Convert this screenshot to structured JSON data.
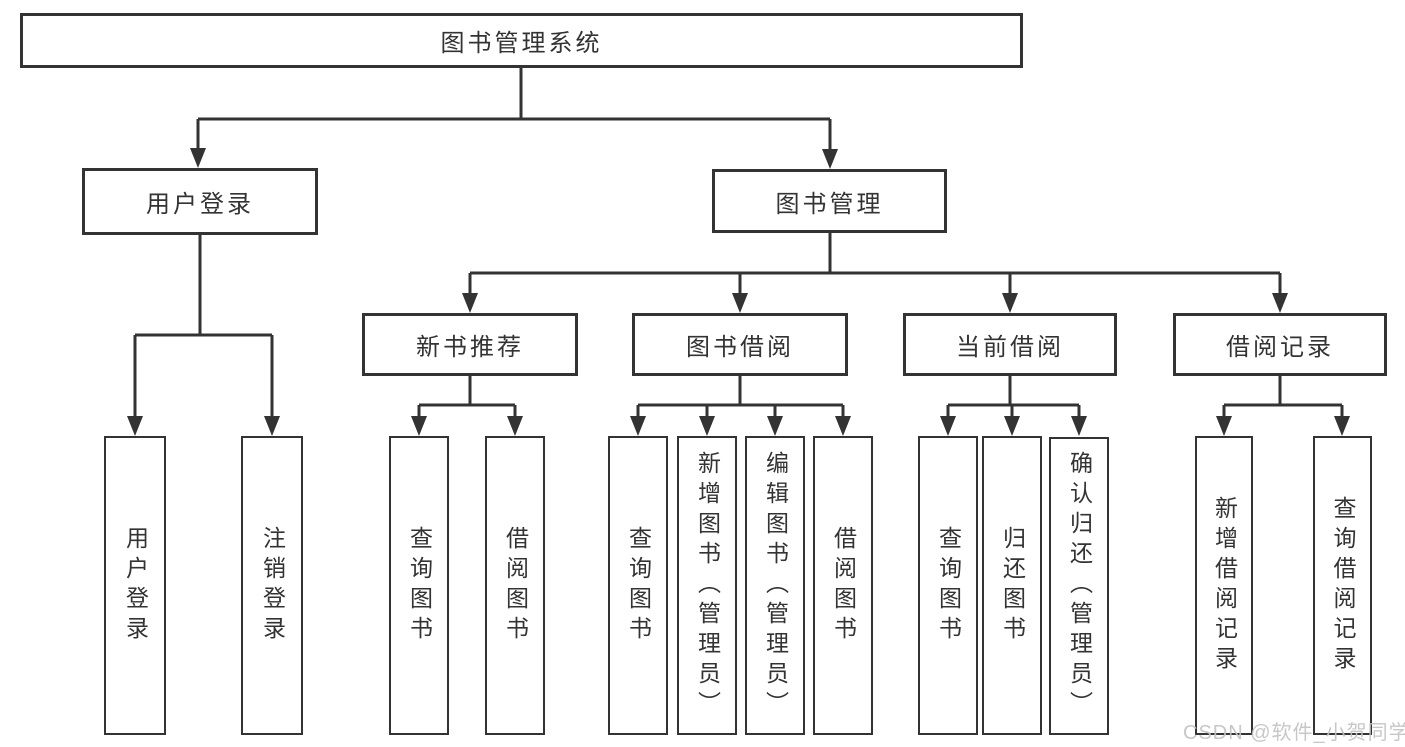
{
  "diagram": {
    "root": {
      "label": "图书管理系统"
    },
    "branches": [
      {
        "label": "用户登录",
        "children": [
          {
            "label": "用户登录"
          },
          {
            "label": "注销登录"
          }
        ]
      },
      {
        "label": "图书管理",
        "children": [
          {
            "label": "新书推荐",
            "children": [
              {
                "label": "查询图书"
              },
              {
                "label": "借阅图书"
              }
            ]
          },
          {
            "label": "图书借阅",
            "children": [
              {
                "label": "查询图书"
              },
              {
                "label": "新增图书（管理员）"
              },
              {
                "label": "编辑图书（管理员）"
              },
              {
                "label": "借阅图书"
              }
            ]
          },
          {
            "label": "当前借阅",
            "children": [
              {
                "label": "查询图书"
              },
              {
                "label": "归还图书"
              },
              {
                "label": "确认归还（管理员）"
              }
            ]
          },
          {
            "label": "借阅记录",
            "children": [
              {
                "label": "新增借阅记录"
              },
              {
                "label": "查询借阅记录"
              }
            ]
          }
        ]
      }
    ]
  },
  "watermark": {
    "text": "CSDN @软件_小贺同学"
  },
  "colors": {
    "line": "#333333",
    "box_border": "#333333",
    "text": "#333333",
    "background": "#ffffff",
    "watermark": "#c3c3c3"
  }
}
